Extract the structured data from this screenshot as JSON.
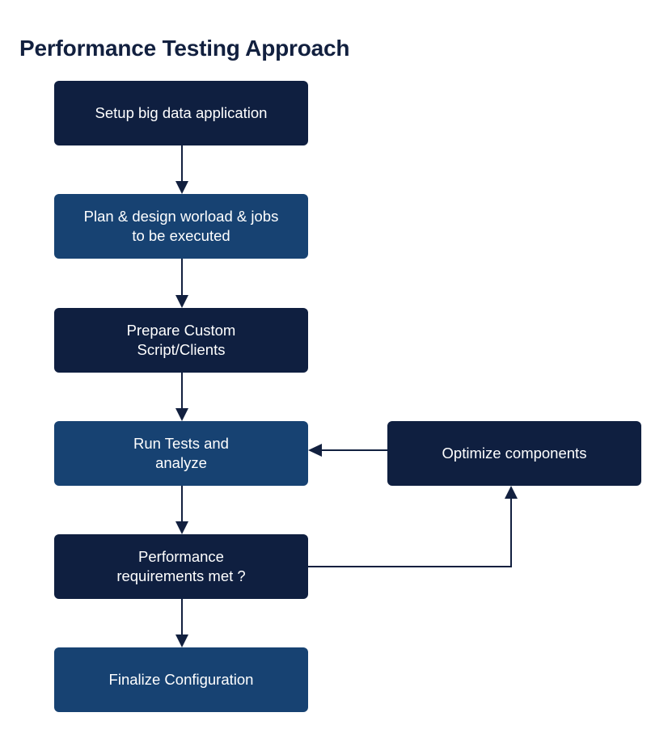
{
  "title": "Performance Testing Approach",
  "steps": [
    {
      "label": "Setup big data application"
    },
    {
      "label": "Plan & design worload & jobs\nto be executed"
    },
    {
      "label": "Prepare Custom\nScript/Clients"
    },
    {
      "label": "Run Tests and\nanalyze"
    },
    {
      "label": "Performance\nrequirements met ?"
    },
    {
      "label": "Finalize Configuration"
    }
  ],
  "side_step": {
    "label": "Optimize components"
  },
  "colors": {
    "title": "#12203f",
    "dark_box": "#0f1f40",
    "mid_box": "#174272",
    "connector": "#12203f"
  }
}
